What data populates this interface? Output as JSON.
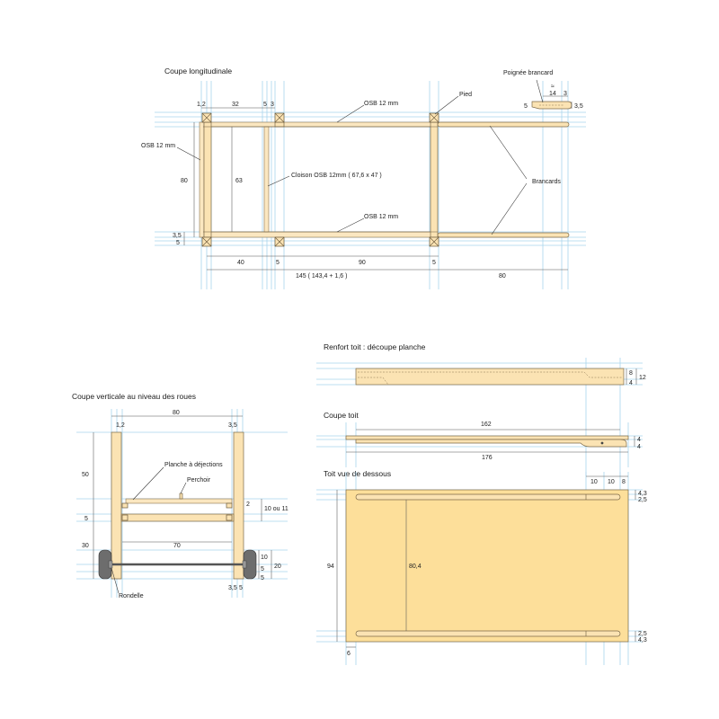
{
  "colors": {
    "wood": "#fbe3b3",
    "roof": "#fddf9a",
    "guide": "#a9d4ec",
    "outline": "#7d6a48"
  },
  "longitudinal": {
    "title": "Coupe longitudinale",
    "osb_top": "OSB 12 mm",
    "osb_side": "OSB 12 mm",
    "osb_bottom": "OSB 12 mm",
    "pied": "Pied",
    "cloison": "Cloison OSB 12mm ( 67,6 x 47 )",
    "brancards": "Brancards",
    "poignee": "Poignée brancard",
    "dims": {
      "d1_2": "1,2",
      "d32": "32",
      "d5": "5",
      "d3": "3",
      "d80": "80",
      "d63": "63",
      "d3_5": "3,5",
      "d5b": "5",
      "d40": "40",
      "d5c": "5",
      "d90": "90",
      "d5d": "5",
      "d145": "145 ( 143,4 + 1,6 )",
      "d80b": "80",
      "approx": "≈",
      "d14": "14",
      "d3b": "3",
      "d5h": "5",
      "d3_5h": "3,5"
    }
  },
  "vertical": {
    "title": "Coupe verticale au niveau des roues",
    "planche": "Planche à déjections",
    "perchoir": "Perchoir",
    "rondelle": "Rondelle",
    "dims": {
      "d80": "80",
      "d1_2": "1,2",
      "d3_5": "3,5",
      "d50": "50",
      "d5": "5",
      "d30": "30",
      "d70": "70",
      "d2": "2",
      "d10ou11": "10 ou 11",
      "d10": "10",
      "d5a": "5",
      "d5b": "5",
      "d20": "20",
      "d3_5b": "3,5",
      "d5c": "5"
    }
  },
  "renfort": {
    "title": "Renfort toit : découpe planche",
    "dims": {
      "d8": "8",
      "d4": "4",
      "d12": "12"
    }
  },
  "coupetoit": {
    "title": "Coupe toit",
    "dims": {
      "d162": "162",
      "d176": "176",
      "d4a": "4",
      "d4b": "4"
    }
  },
  "toitdessous": {
    "title": "Toit vue de dessous",
    "dims": {
      "d10a": "10",
      "d10b": "10",
      "d8": "8",
      "d94": "94",
      "d80_4": "80,4",
      "d4_3a": "4,3",
      "d2_5a": "2,5",
      "d2_5b": "2,5",
      "d4_3b": "4,3",
      "d6": "6"
    }
  }
}
